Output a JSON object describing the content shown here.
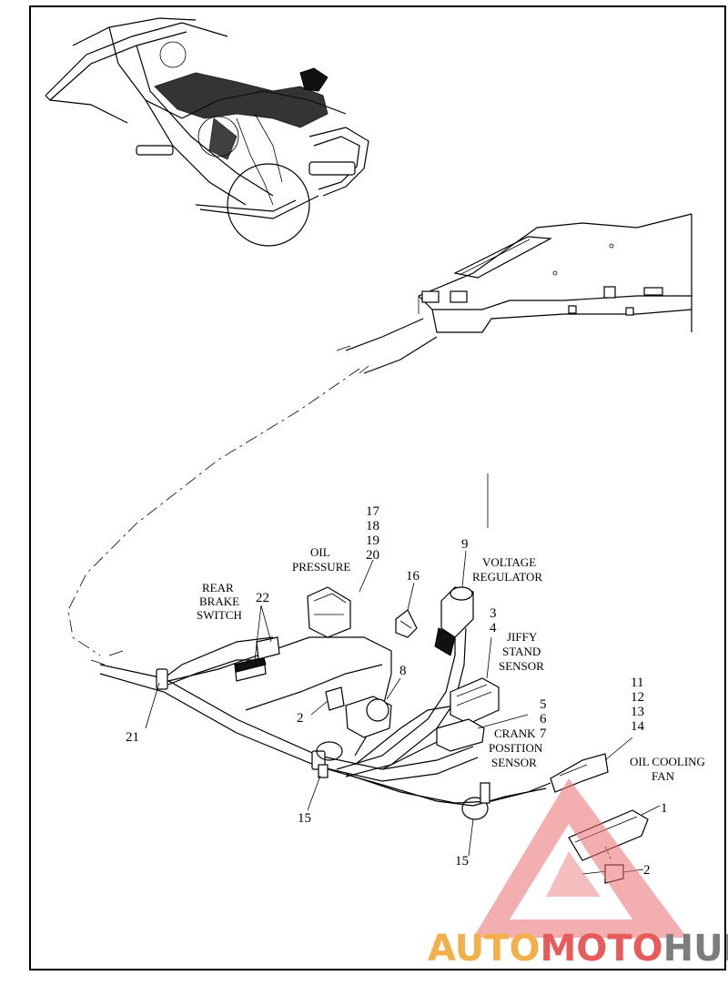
{
  "labels": {
    "oil_pressure": [
      "OIL",
      "PRESSURE"
    ],
    "rear_brake_switch": [
      "REAR",
      "BRAKE",
      "SWITCH"
    ],
    "voltage_regulator": [
      "VOLTAGE",
      "REGULATOR"
    ],
    "jiffy_stand_sensor": [
      "JIFFY",
      "STAND",
      "SENSOR"
    ],
    "crank_position_sensor": [
      "CRANK",
      "POSITION",
      "SENSOR"
    ],
    "oil_cooling_fan": [
      "OIL COOLING",
      "FAN"
    ]
  },
  "callouts": {
    "c17_20": [
      "17",
      "18",
      "19",
      "20"
    ],
    "c16": "16",
    "c9": "9",
    "c3_4": [
      "3",
      "4"
    ],
    "c22": "22",
    "c8": "8",
    "c2a": "2",
    "c5_7": [
      "5",
      "6",
      "7"
    ],
    "c11_14": [
      "11",
      "12",
      "13",
      "14"
    ],
    "c21": "21",
    "c15a": "15",
    "c15b": "15",
    "c1": "1",
    "c2b": "2"
  },
  "watermark": {
    "part1": "AUTO",
    "part2": "MOTO",
    "part3": "HUB",
    "colors": {
      "auto": "#f2b04a",
      "moto": "#e85b5b",
      "hub": "#7d7d7d"
    }
  }
}
